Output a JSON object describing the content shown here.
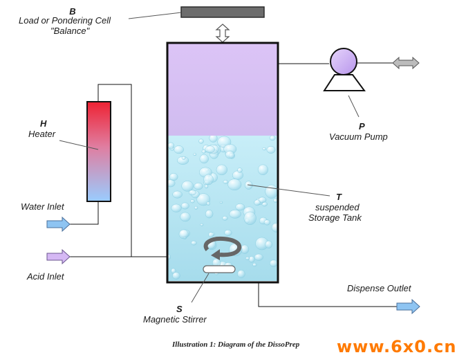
{
  "labels": {
    "balance_key": "B",
    "balance_line1": "Load or Pondering Cell",
    "balance_line2": "\"Balance\"",
    "heater_key": "H",
    "heater_name": "Heater",
    "water_inlet": "Water Inlet",
    "acid_inlet": "Acid Inlet",
    "pump_key": "P",
    "pump_name": "Vacuum Pump",
    "tank_key": "T",
    "tank_line1": "suspended",
    "tank_line2": "Storage Tank",
    "dispense_outlet": "Dispense Outlet",
    "stirrer_key": "S",
    "stirrer_name": "Magnetic Stirrer"
  },
  "caption": "Illustration 1: Diagram of the DissoPrep",
  "watermark": "www.6x0.cn",
  "colors": {
    "headspace": "#d8c2f4",
    "liquid": "#b4e6f2",
    "heater_top": "#ee2233",
    "heater_bottom": "#99ccff",
    "pump": "#d4b5f6",
    "arrow_fill": "#8ec4f2",
    "watermark": "#ff7a00"
  }
}
